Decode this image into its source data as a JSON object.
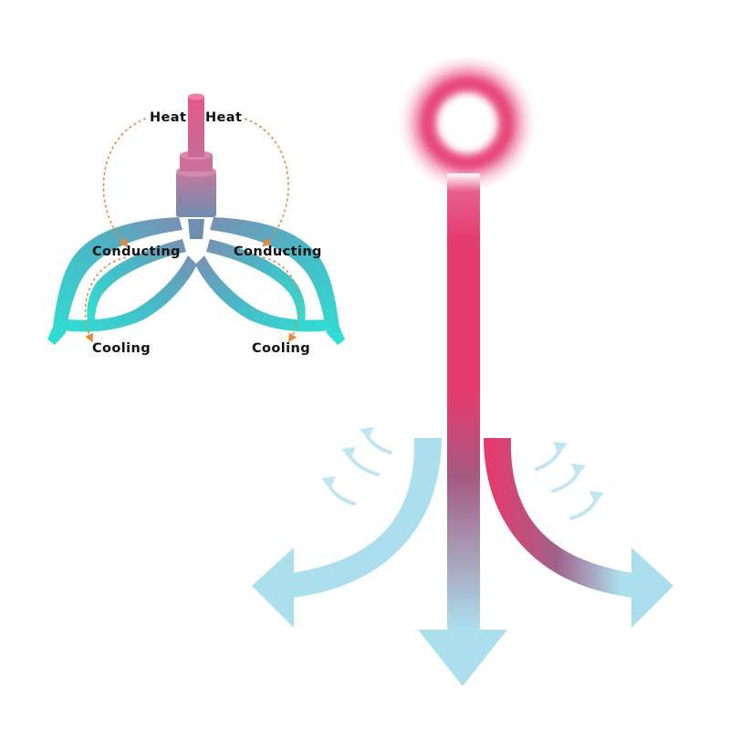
{
  "labels": {
    "heat_left": "Heat",
    "heat_right": "Heat",
    "conducting_left": "Conducting",
    "conducting_right": "Conducting",
    "cooling_left": "Cooling",
    "cooling_right": "Cooling"
  },
  "colors": {
    "hot": "#e23c6f",
    "warm_glow": "#f7a6bf",
    "cool": "#acdfee",
    "heatsink_cyan": "#37d8d0",
    "heatsink_mid": "#7f95b6",
    "dashed_arrow": "#e38a3f",
    "text": "#111111"
  },
  "icons": {
    "heat_source": "glowing-ring-icon",
    "heatsink": "heatsink-fins-icon",
    "airflow": "air-swirl-arrow-icon"
  }
}
